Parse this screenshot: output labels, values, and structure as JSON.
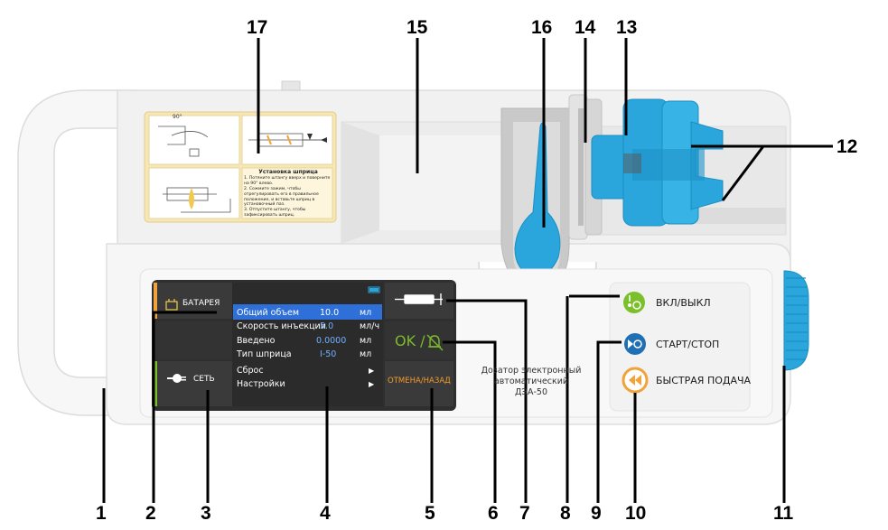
{
  "callouts": [
    "1",
    "2",
    "3",
    "4",
    "5",
    "6",
    "7",
    "8",
    "9",
    "10",
    "11",
    "12",
    "13",
    "14",
    "15",
    "16",
    "17"
  ],
  "left_panel": {
    "battery_label": "БАТАРЕЯ",
    "mains_label": "СЕТЬ"
  },
  "screen": {
    "rows": [
      {
        "label": "Общий объем",
        "value": "10.0",
        "unit": "мл"
      },
      {
        "label": "Скорость инъекции",
        "value": "5.0",
        "unit": "мл/ч"
      },
      {
        "label": "Введено",
        "value": "0.0000",
        "unit": "мл"
      },
      {
        "label": "Тип шприца",
        "value": "I-50",
        "unit": "мл"
      },
      {
        "label": "Сброс",
        "value": "",
        "unit": "▶"
      },
      {
        "label": "Настройки",
        "value": "",
        "unit": "▶"
      }
    ]
  },
  "right_keys": {
    "ok_label": "OK / ",
    "cancel_label": "ОТМЕНА/НАЗАД"
  },
  "device_name": {
    "line1": "Дозатор электронный",
    "line2": "автоматический ДЭА-50"
  },
  "controls": {
    "power_label": "ВКЛ/ВЫКЛ",
    "startstop_label": "СТАРТ/СТОП",
    "bolus_label": "БЫСТРАЯ ПОДАЧА"
  },
  "instruction": {
    "title": "Установка шприца",
    "angle": "90°",
    "lines": [
      "1. Потяните штангу вверх и поверните",
      "на 90° влево.",
      "2. Сожмите зажим, чтобы",
      "отрегулировать его в правильное",
      "положение, и вставьте шприц в",
      "установочный паз.",
      "3. Отпустите штангу, чтобы",
      "зафиксировать шприц."
    ]
  },
  "colors": {
    "body": "#f4f4f4",
    "panel_dark": "#2f2f2f",
    "accent_blue": "#2aa6dc",
    "selected_row": "#2f6fd8",
    "orange": "#f2a23a",
    "green": "#7bbf2a",
    "ok_text": "#7dbb2c",
    "cancel_text": "#f29a2e",
    "bolus_ring": "#f2a23a",
    "start_blue": "#1f6fb5"
  }
}
